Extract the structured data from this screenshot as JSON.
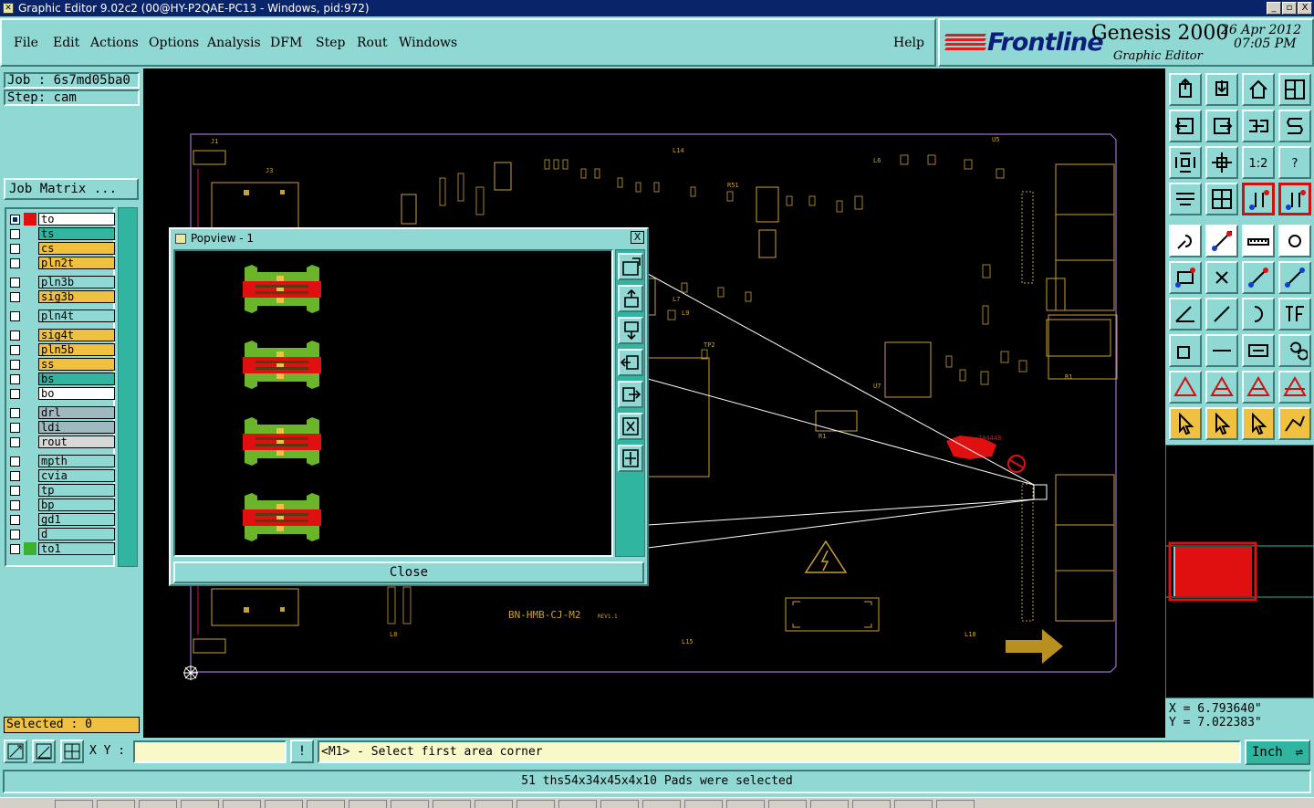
{
  "window": {
    "title": "Graphic Editor 9.02c2 (00@HY-P2QAE-PC13 - Windows, pid:972)",
    "buttons": [
      "_",
      "▫",
      "X"
    ]
  },
  "menu": {
    "items": [
      "File",
      "Edit",
      "Actions",
      "Options",
      "Analysis",
      "DFM",
      "Step",
      "Rout",
      "Windows"
    ],
    "help": "Help"
  },
  "brand": {
    "logo": "Frontline",
    "product": "Genesis 2000",
    "subtitle": "Graphic Editor",
    "date": "26 Apr 2012",
    "time": "07:05 PM"
  },
  "left": {
    "job": "Job : 6s7md05ba0",
    "step": "Step: cam",
    "job_matrix": "Job Matrix ...",
    "selected": "Selected : 0"
  },
  "layers": [
    {
      "name": "to",
      "color": "#ffffff",
      "swatch": "#e01010",
      "checked": true,
      "mark": "✎ ▣"
    },
    {
      "name": "ts",
      "color": "#2fb5a0",
      "swatch": "",
      "checked": false,
      "mark": ""
    },
    {
      "name": "cs",
      "color": "#f0c040",
      "swatch": "",
      "checked": false,
      "mark": ""
    },
    {
      "name": "pln2t",
      "color": "#f0c040",
      "swatch": "",
      "checked": false,
      "mark": ""
    },
    {
      "name": "pln3b",
      "color": "#8fd8d4",
      "swatch": "",
      "checked": false,
      "mark": ""
    },
    {
      "name": "sig3b",
      "color": "#f0c040",
      "swatch": "",
      "checked": false,
      "mark": ""
    },
    {
      "name": "pln4t",
      "color": "#8fd8d4",
      "swatch": "",
      "checked": false,
      "mark": ""
    },
    {
      "name": "sig4t",
      "color": "#f0c040",
      "swatch": "",
      "checked": false,
      "mark": ""
    },
    {
      "name": "pln5b",
      "color": "#f0c040",
      "swatch": "",
      "checked": false,
      "mark": ""
    },
    {
      "name": "ss",
      "color": "#f0c040",
      "swatch": "",
      "checked": false,
      "mark": ""
    },
    {
      "name": "bs",
      "color": "#2fb5a0",
      "swatch": "",
      "checked": false,
      "mark": ""
    },
    {
      "name": "bo",
      "color": "#ffffff",
      "swatch": "",
      "checked": false,
      "mark": "✎"
    },
    {
      "name": "drl",
      "color": "#a0b8c0",
      "swatch": "",
      "checked": false,
      "mark": ""
    },
    {
      "name": "ldi",
      "color": "#a0b8c0",
      "swatch": "",
      "checked": false,
      "mark": ""
    },
    {
      "name": "rout",
      "color": "#d8d8d8",
      "swatch": "",
      "checked": false,
      "mark": ""
    },
    {
      "name": "mpth",
      "color": "#8fd8d4",
      "swatch": "",
      "checked": false,
      "mark": ""
    },
    {
      "name": "cvia",
      "color": "#8fd8d4",
      "swatch": "",
      "checked": false,
      "mark": ""
    },
    {
      "name": "tp",
      "color": "#8fd8d4",
      "swatch": "",
      "checked": false,
      "mark": ""
    },
    {
      "name": "bp",
      "color": "#8fd8d4",
      "swatch": "",
      "checked": false,
      "mark": ""
    },
    {
      "name": "gd1",
      "color": "#8fd8d4",
      "swatch": "",
      "checked": false,
      "mark": ""
    },
    {
      "name": "d",
      "color": "#8fd8d4",
      "swatch": "",
      "checked": false,
      "mark": ""
    },
    {
      "name": "to1",
      "color": "#8fd8d4",
      "swatch": "#3cb030",
      "checked": false,
      "mark": "✎"
    }
  ],
  "popview": {
    "title": "Popview - 1",
    "close_x": "X",
    "close_button": "Close"
  },
  "board": {
    "label": "BN-HMB-CJ-M2",
    "rev": "REV1.1"
  },
  "coords": {
    "x": "X = 6.793640\"",
    "y": "Y = 7.022383\""
  },
  "bottom": {
    "xy_label": "X Y :",
    "xy_value": "",
    "warn": "!",
    "prompt": "<M1> - Select first area corner",
    "unit": "Inch"
  },
  "status": "51 ths54x34x45x4x10 Pads were selected",
  "colors": {
    "panel": "#8fd8d4",
    "dark_teal": "#2fb5a0",
    "silkscreen": "#c8a030",
    "pad_green": "#6ab52a",
    "pad_red": "#e01010",
    "highlight_red": "#e01010"
  }
}
